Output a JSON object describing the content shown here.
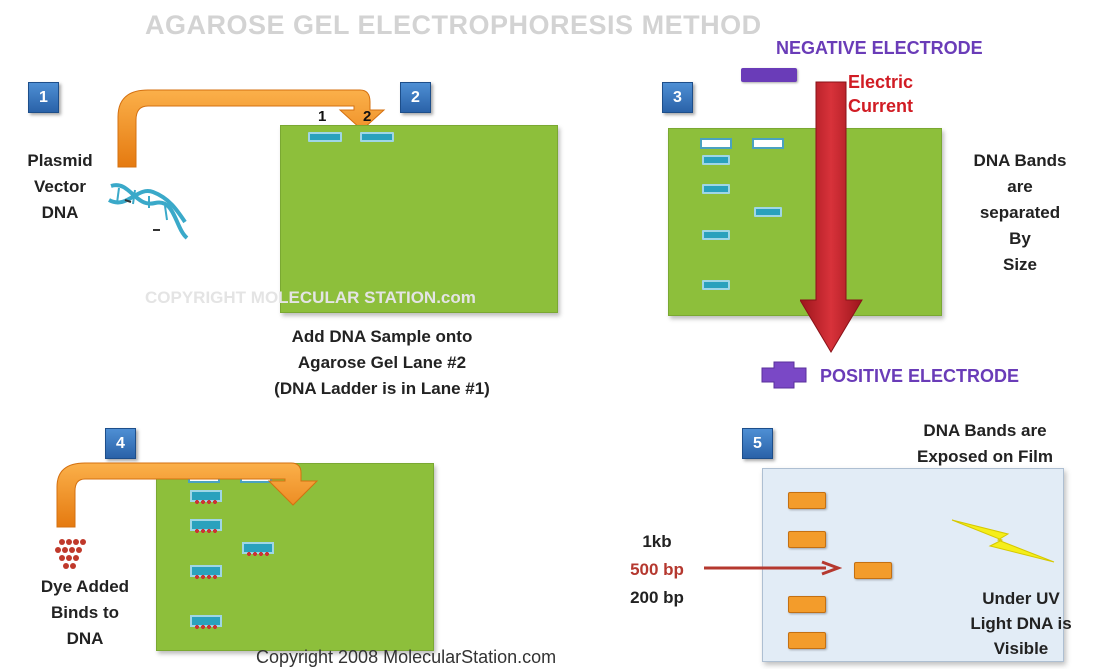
{
  "title": "AGAROSE GEL ELECTROPHORESIS METHOD",
  "steps": [
    "1",
    "2",
    "3",
    "4",
    "5"
  ],
  "panel1": {
    "label_lines": [
      "Plasmid",
      "Vector",
      "DNA"
    ]
  },
  "panel2": {
    "lane_numbers": [
      "1",
      "2"
    ],
    "watermark": "COPYRIGHT MOLECULAR STATION.com",
    "caption_lines": [
      "Add DNA Sample onto",
      "Agarose Gel Lane #2",
      "(DNA Ladder is in Lane #1)"
    ]
  },
  "panel3": {
    "negative_electrode": "NEGATIVE ELECTRODE",
    "current_lines": [
      "Electric",
      "Current"
    ],
    "positive_electrode": "POSITIVE ELECTRODE",
    "side_label_lines": [
      "DNA Bands",
      "are",
      "separated",
      "By",
      "Size"
    ]
  },
  "panel4": {
    "label_lines": [
      "Dye Added",
      "Binds to",
      "DNA"
    ]
  },
  "panel5": {
    "header_lines": [
      "DNA Bands are",
      "Exposed on Film"
    ],
    "size_labels": [
      "1kb",
      "500 bp",
      "200 bp"
    ],
    "uv_label_lines": [
      "Under UV",
      "Light DNA is",
      "Visible"
    ]
  },
  "footer_copyright": "Copyright 2008 MolecularStation.com",
  "colors": {
    "gel_green": "#8dbf3b",
    "step_blue": "#2f6db5",
    "arrow_orange": "#f5921e",
    "current_red": "#c8232c",
    "electrode_purple": "#6a3cb8",
    "band_blue": "#2aa1bd",
    "band_orange": "#f39c2b",
    "marker_red": "#b5382f"
  }
}
